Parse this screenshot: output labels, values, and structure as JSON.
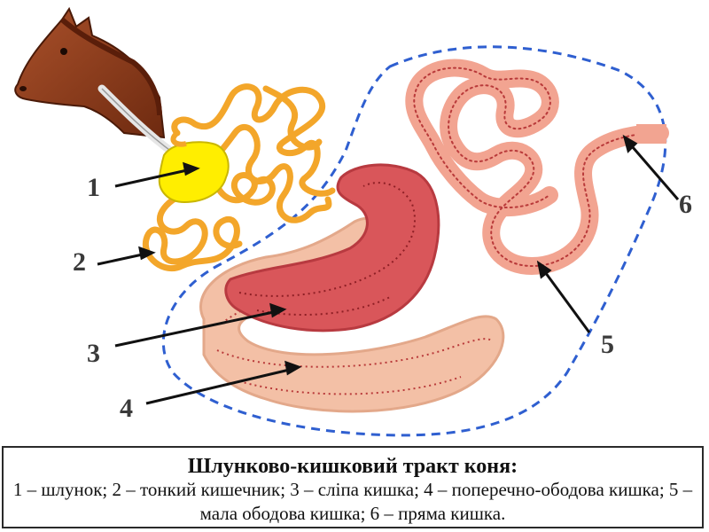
{
  "labels": {
    "n1": "1",
    "n2": "2",
    "n3": "3",
    "n4": "4",
    "n5": "5",
    "n6": "6"
  },
  "caption": {
    "title": "Шлунково-кишковий тракт коня:",
    "legend": "1 – шлунок; 2 – тонкий кишечник; 3 – сліпа кишка; 4 – поперечно-ободова кишка; 5 – мала ободова кишка; 6 – пряма кишка."
  },
  "colors": {
    "stomach": "#ffee00",
    "small_intestine": "#f3a62a",
    "cecum": "#d9565a",
    "transverse_colon": "#f3c0a6",
    "small_colon": "#f2a491",
    "horse_head": "#8b3a1a",
    "dashed_outline": "#2f5fd0"
  }
}
